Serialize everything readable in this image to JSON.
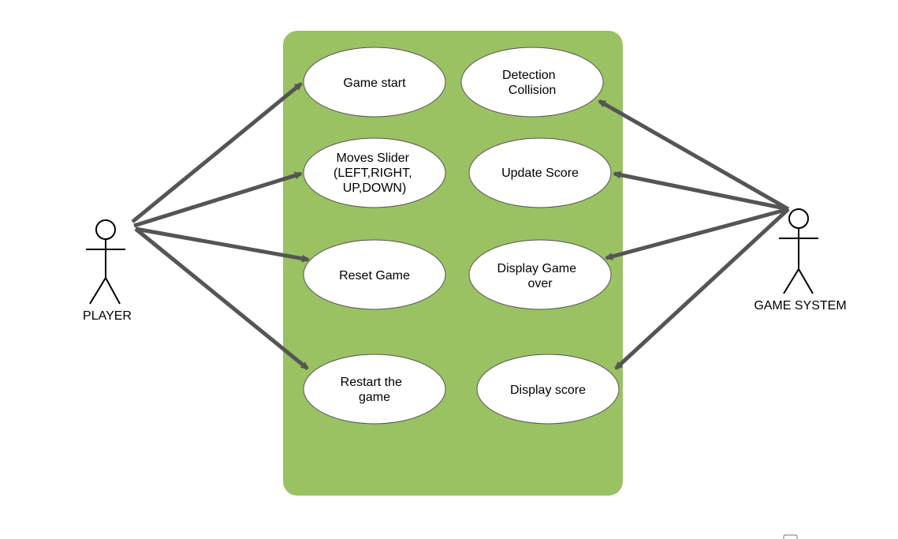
{
  "colors": {
    "boundary_fill": "#9ac262",
    "usecase_fill": "#ffffff",
    "usecase_stroke": "#555555",
    "arrow": "#555555",
    "actor_stroke": "#000000"
  },
  "actors": {
    "player": {
      "label": "PLAYER"
    },
    "game_system": {
      "label": "GAME SYSTEM"
    }
  },
  "use_cases": {
    "game_start": {
      "lines": [
        "Game start"
      ]
    },
    "moves_slider": {
      "lines": [
        "Moves Slider",
        "(LEFT,RIGHT,",
        "UP,DOWN)"
      ]
    },
    "reset_game": {
      "lines": [
        "Reset Game"
      ]
    },
    "restart_game": {
      "lines": [
        "Restart the",
        "game"
      ]
    },
    "detection_collision": {
      "lines": [
        "Detection",
        "Collision"
      ]
    },
    "update_score": {
      "lines": [
        "Update Score"
      ]
    },
    "display_game_over": {
      "lines": [
        "Display Game",
        "over"
      ]
    },
    "display_score": {
      "lines": [
        "Display score"
      ]
    }
  },
  "associations": [
    {
      "from": "player",
      "to": "game_start"
    },
    {
      "from": "player",
      "to": "moves_slider"
    },
    {
      "from": "player",
      "to": "reset_game"
    },
    {
      "from": "player",
      "to": "restart_game"
    },
    {
      "from": "game_system",
      "to": "detection_collision"
    },
    {
      "from": "game_system",
      "to": "update_score"
    },
    {
      "from": "game_system",
      "to": "display_game_over"
    },
    {
      "from": "game_system",
      "to": "display_score"
    }
  ]
}
